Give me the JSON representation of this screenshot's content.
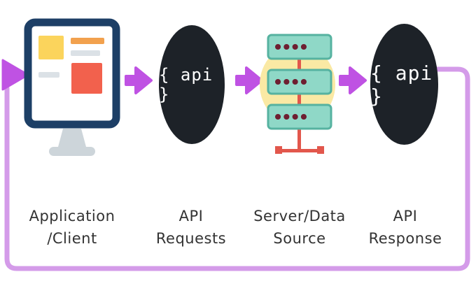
{
  "steps": {
    "client": {
      "label": "Application\n/Client"
    },
    "api_requests": {
      "badge": "{ api }",
      "label": "API\nRequests"
    },
    "server": {
      "label": "Server/Data\nSource"
    },
    "api_response": {
      "badge": "{ api }",
      "label": "API\nResponse"
    }
  },
  "colors": {
    "arrow_purple": "#bf52e3",
    "loop_purple": "#d49be9",
    "circle_black": "#1d2228",
    "api_text_white": "#ffffff",
    "server_teal": "#8fd8c7",
    "server_teal_border": "#56b2a0",
    "server_dot_maroon": "#6e1f31",
    "glow_yellow": "#fae9a4",
    "connector_red": "#e2574c",
    "monitor_frame_navy": "#1d3f66",
    "monitor_stand_gray": "#cdd5da",
    "screen_yellow": "#fbd45c",
    "screen_orange": "#f2a14e",
    "screen_red": "#f2614d",
    "screen_gray": "#dbe1e6",
    "label_text": "#333333"
  }
}
